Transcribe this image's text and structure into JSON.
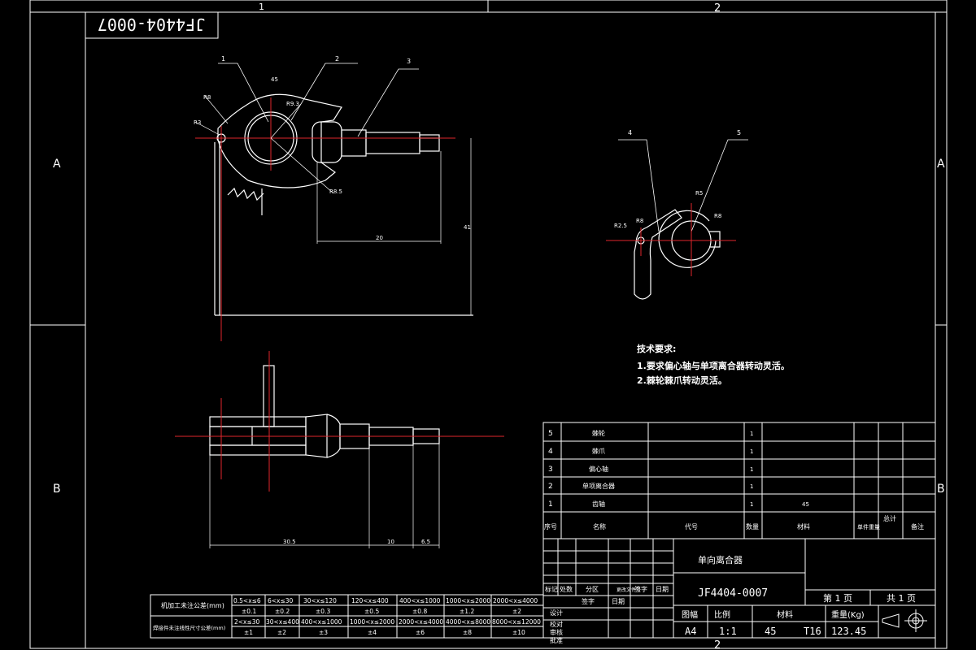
{
  "drawing_number": "JF4404-0007",
  "zones": {
    "top": [
      "1",
      "2"
    ],
    "side": [
      "A",
      "B"
    ],
    "bottom": [
      "2"
    ]
  },
  "balloons": [
    "1",
    "2",
    "3",
    "4",
    "5"
  ],
  "dims": {
    "top_view": [
      "R8",
      "R3",
      "45",
      "R9.3",
      "R8.5",
      "20",
      "41"
    ],
    "side_view": [
      "R2.5",
      "R8",
      "R5",
      "R8"
    ],
    "front_view": [
      "30.5",
      "10",
      "6.5"
    ]
  },
  "tech_req": {
    "title": "技术要求:",
    "lines": [
      "1.要求偏心轴与单项离合器转动灵活。",
      "2.棘轮棘爪转动灵活。"
    ]
  },
  "bom": {
    "rows": [
      {
        "no": "5",
        "name": "棘轮",
        "code": "",
        "qty": "1",
        "material": ""
      },
      {
        "no": "4",
        "name": "棘爪",
        "code": "",
        "qty": "1",
        "material": ""
      },
      {
        "no": "3",
        "name": "偏心轴",
        "code": "",
        "qty": "1",
        "material": ""
      },
      {
        "no": "2",
        "name": "单项离合器",
        "code": "",
        "qty": "1",
        "material": ""
      },
      {
        "no": "1",
        "name": "齿轴",
        "code": "",
        "qty": "1",
        "material": "45"
      }
    ],
    "headers": {
      "no": "序号",
      "name": "名称",
      "code": "代号",
      "qty": "数量",
      "material": "材料",
      "unit_weight": "单件重量",
      "total": "总计",
      "remark": "备注"
    }
  },
  "title_block": {
    "name": "单向离合器",
    "drawing_no": "JF4404-0007",
    "sheet": "第 1 页",
    "total_sheets": "共 1 页",
    "rev_headers": [
      "标记",
      "处数",
      "分区",
      "更改文件号",
      "签字",
      "日期"
    ],
    "sign_labels": [
      "设计",
      "校对",
      "审核",
      "批准"
    ],
    "footer_labels": [
      "图幅",
      "比例",
      "材料",
      "重量(Kg)"
    ],
    "footer_values": [
      "A4",
      "1:1",
      "45",
      "T16",
      "123.45"
    ]
  },
  "tolerance_table": {
    "row1_label": "机加工未注公差(mm)",
    "row2_label": "焊接件未注线性尺寸公差(mm)",
    "row1_ranges": [
      "0.5<x≤6",
      "6<x≤30",
      "30<x≤120",
      "120<x≤400",
      "400<x≤1000",
      "1000<x≤2000",
      "2000<x≤4000"
    ],
    "row1_values": [
      "±0.1",
      "±0.2",
      "±0.3",
      "±0.5",
      "±0.8",
      "±1.2",
      "±2"
    ],
    "row2_ranges": [
      "2<x≤30",
      "30<x≤400",
      "400<x≤1000",
      "1000<x≤2000",
      "2000<x≤4000",
      "4000<x≤8000",
      "8000<x≤12000"
    ],
    "row2_values": [
      "±1",
      "±2",
      "±3",
      "±4",
      "±6",
      "±8",
      "±10"
    ]
  },
  "colors": {
    "line": "#ffffff",
    "center": "#e0262c",
    "bg": "#000000"
  }
}
